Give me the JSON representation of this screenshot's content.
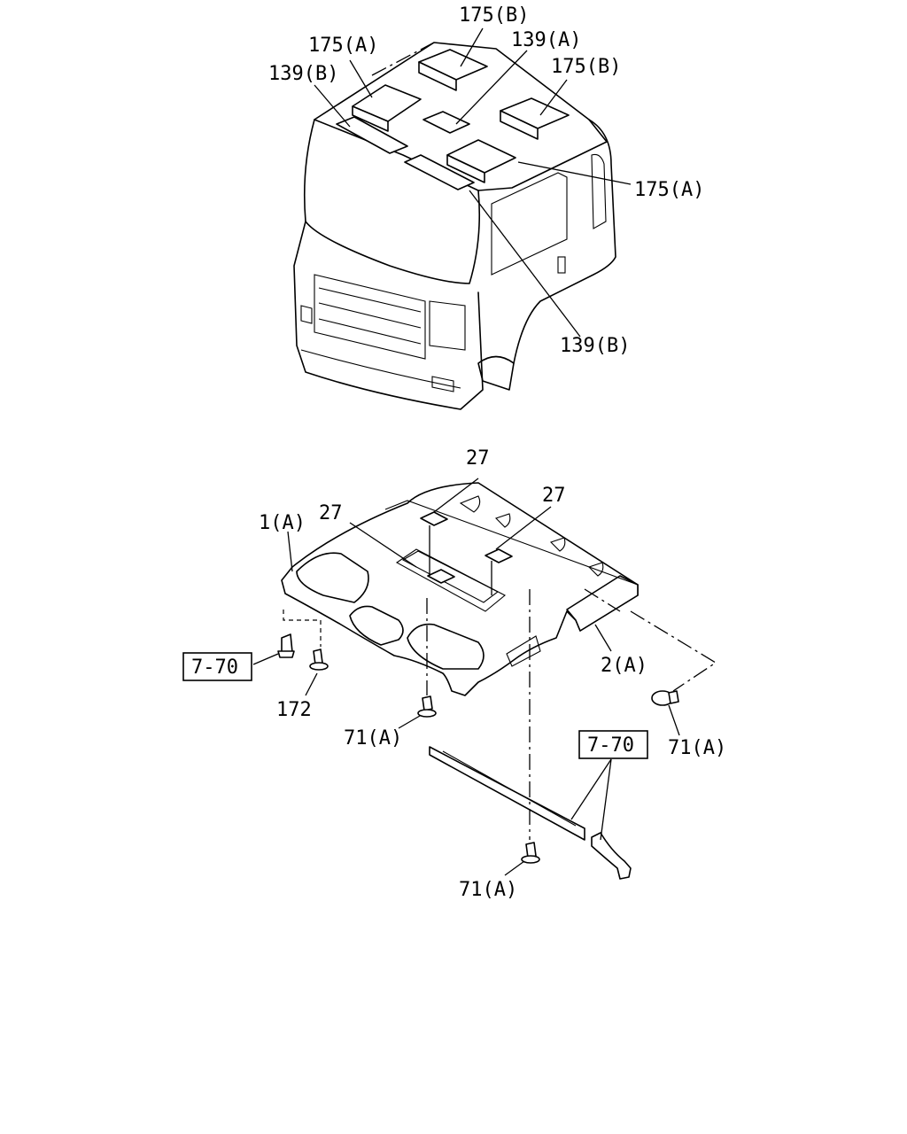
{
  "labels": {
    "l175b_top": "175(B)",
    "l175a_left": "175(A)",
    "l139a": "139(A)",
    "l175b_right": "175(B)",
    "l139b_left": "139(B)",
    "l175a_right": "175(A)",
    "l139b_bottom": "139(B)",
    "l27_top": "27",
    "l27_right": "27",
    "l27_left": "27",
    "l1a": "1(A)",
    "l2a": "2(A)",
    "l172": "172",
    "l71a_center": "71(A)",
    "l71a_right": "71(A)",
    "l71a_bottom": "71(A)",
    "ref_left": "7-70",
    "ref_right": "7-70"
  }
}
